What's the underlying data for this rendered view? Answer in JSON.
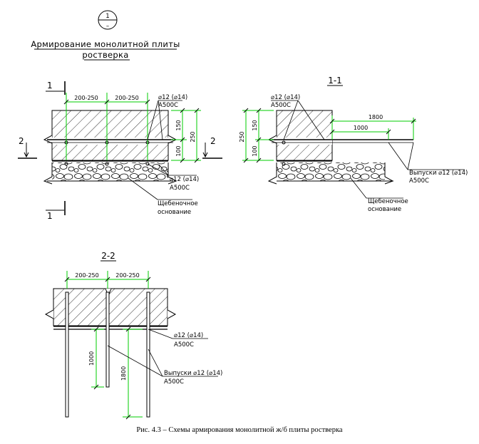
{
  "marker": {
    "top": "1",
    "bottom": "–"
  },
  "title": {
    "line1": "Армирование монолитной плиты",
    "line2": "ростверка"
  },
  "plan": {
    "cut_1_top": "1",
    "cut_1_bottom": "1",
    "cut_2_left": "2",
    "cut_2_right": "2",
    "dim_spacing_1": "200-250",
    "dim_spacing_2": "200-250",
    "dim_150": "150",
    "dim_100": "100",
    "dim_250": "250",
    "rebar_top": {
      "line1": "⌀12 (⌀14)",
      "line2": "А500С"
    },
    "rebar_bottom": {
      "line1": "⌀12 (⌀14)",
      "line2": "А500С"
    },
    "gravel": {
      "line1": "Щебеночное",
      "line2": "основание"
    }
  },
  "section_1_1": {
    "label": "1-1",
    "dim_250": "250",
    "dim_150": "150",
    "dim_100": "100",
    "dim_1800": "1800",
    "dim_1000": "1000",
    "rebar": {
      "line1": "⌀12 (⌀14)",
      "line2": "А500С"
    },
    "outlets": {
      "line1": "Выпуски ⌀12 (⌀14)",
      "line2": "А500С"
    },
    "gravel": {
      "line1": "Щебеночное",
      "line2": "основание"
    }
  },
  "section_2_2": {
    "label": "2-2",
    "dim_spacing_1": "200-250",
    "dim_spacing_2": "200-250",
    "dim_1000": "1000",
    "dim_1800": "1800",
    "rebar": {
      "line1": "⌀12 (⌀14)",
      "line2": "А500С"
    },
    "outlets": {
      "line1": "Выпуски ⌀12 (⌀14)",
      "line2": "А500С"
    }
  },
  "caption": "Рис. 4.3 – Схемы армирования монолитной ж/б плиты ростверка",
  "colors": {
    "dimension": "#00cc00",
    "lines": "#000000",
    "background": "#ffffff"
  }
}
